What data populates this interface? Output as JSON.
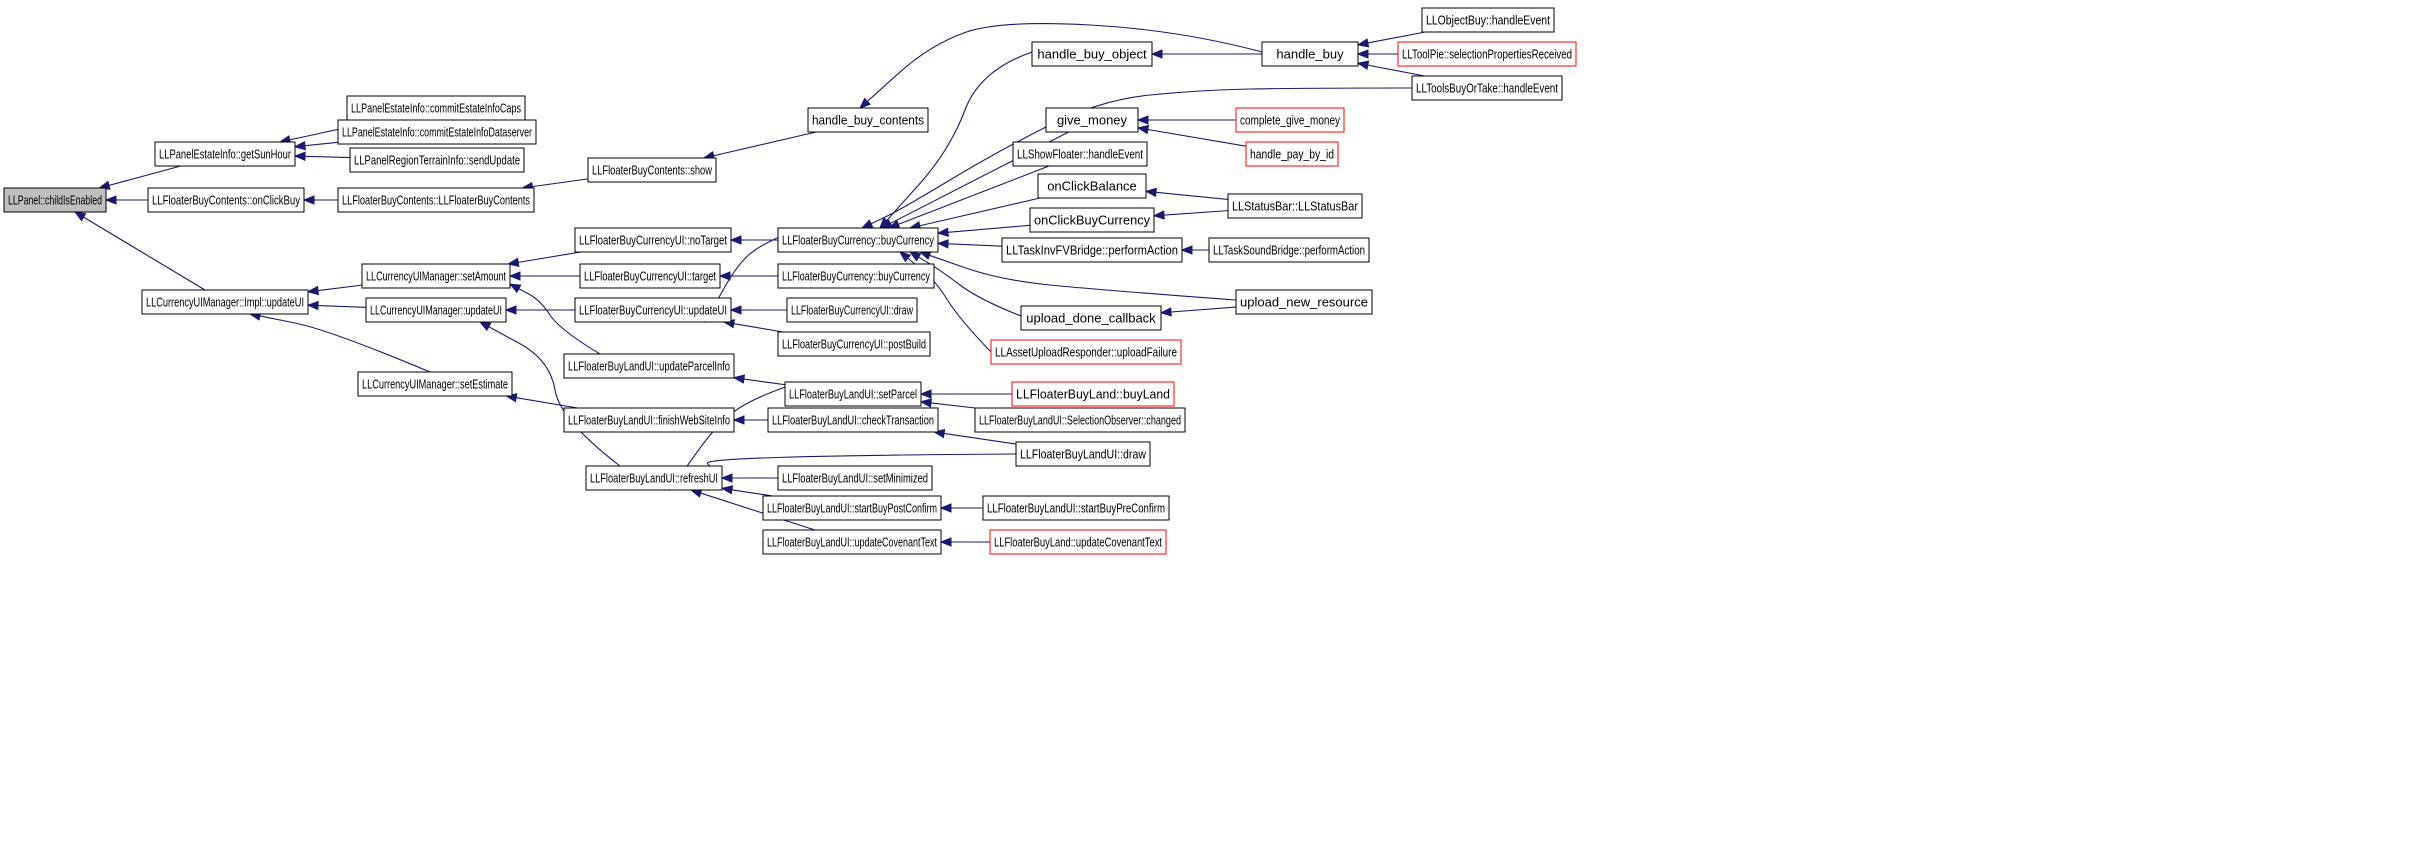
{
  "graph": {
    "colors": {
      "background": "#ffffff",
      "node_fill": "#ffffff",
      "root_fill": "#bfbfbf",
      "node_border": "#000000",
      "truncated_node_border": "#ff0000",
      "edge": "#191970"
    },
    "nodes": [
      {
        "id": "n0",
        "label": "LLPanel::childIsEnabled",
        "root": true
      },
      {
        "id": "n1",
        "label": "LLPanelEstateInfo::getSunHour"
      },
      {
        "id": "n2",
        "label": "LLFloaterBuyContents::onClickBuy"
      },
      {
        "id": "n3",
        "label": "LLCurrencyUIManager::Impl::updateUI"
      },
      {
        "id": "n4",
        "label": "LLPanelEstateInfo::commitEstateInfoCaps"
      },
      {
        "id": "n5",
        "label": "LLPanelEstateInfo::commitEstateInfoDataserver"
      },
      {
        "id": "n6",
        "label": "LLPanelRegionTerrainInfo::sendUpdate"
      },
      {
        "id": "n7",
        "label": "LLFloaterBuyContents::LLFloaterBuyContents"
      },
      {
        "id": "n8",
        "label": "LLFloaterBuyContents::show"
      },
      {
        "id": "n9",
        "label": "handle_buy_contents"
      },
      {
        "id": "n10",
        "label": "LLCurrencyUIManager::setAmount"
      },
      {
        "id": "n11",
        "label": "LLCurrencyUIManager::updateUI"
      },
      {
        "id": "n12",
        "label": "LLCurrencyUIManager::setEstimate"
      },
      {
        "id": "n13",
        "label": "LLFloaterBuyCurrencyUI::noTarget"
      },
      {
        "id": "n14",
        "label": "LLFloaterBuyCurrencyUI::target"
      },
      {
        "id": "n15",
        "label": "LLFloaterBuyCurrencyUI::updateUI"
      },
      {
        "id": "n16",
        "label": "LLFloaterBuyLandUI::updateParcelInfo"
      },
      {
        "id": "n17",
        "label": "LLFloaterBuyLandUI::finishWebSiteInfo"
      },
      {
        "id": "n18",
        "label": "LLFloaterBuyLandUI::refreshUI"
      },
      {
        "id": "n19",
        "label": "LLFloaterBuyCurrency::buyCurrency"
      },
      {
        "id": "n20",
        "label": "LLFloaterBuyCurrency::buyCurrency"
      },
      {
        "id": "n21",
        "label": "LLFloaterBuyCurrencyUI::draw"
      },
      {
        "id": "n22",
        "label": "LLFloaterBuyCurrencyUI::postBuild"
      },
      {
        "id": "n23",
        "label": "LLFloaterBuyLandUI::setParcel"
      },
      {
        "id": "n24",
        "label": "LLFloaterBuyLandUI::checkTransaction"
      },
      {
        "id": "n25",
        "label": "LLFloaterBuyLandUI::setMinimized"
      },
      {
        "id": "n26",
        "label": "LLFloaterBuyLandUI::startBuyPostConfirm"
      },
      {
        "id": "n27",
        "label": "LLFloaterBuyLandUI::updateCovenantText"
      },
      {
        "id": "n28",
        "label": "handle_buy_object"
      },
      {
        "id": "n29",
        "label": "give_money"
      },
      {
        "id": "n30",
        "label": "LLShowFloater::handleEvent"
      },
      {
        "id": "n31",
        "label": "onClickBalance"
      },
      {
        "id": "n32",
        "label": "onClickBuyCurrency"
      },
      {
        "id": "n33",
        "label": "LLTaskInvFVBridge::performAction"
      },
      {
        "id": "n34",
        "label": "upload_done_callback"
      },
      {
        "id": "n35",
        "label": "LLAssetUploadResponder::uploadFailure",
        "truncated": true
      },
      {
        "id": "n36",
        "label": "LLFloaterBuyLand::buyLand",
        "truncated": true
      },
      {
        "id": "n37",
        "label": "LLFloaterBuyLandUI::SelectionObserver::changed"
      },
      {
        "id": "n38",
        "label": "LLFloaterBuyLandUI::draw"
      },
      {
        "id": "n39",
        "label": "LLFloaterBuyLandUI::startBuyPreConfirm"
      },
      {
        "id": "n40",
        "label": "LLFloaterBuyLand::updateCovenantText",
        "truncated": true
      },
      {
        "id": "n41",
        "label": "handle_buy"
      },
      {
        "id": "n42",
        "label": "complete_give_money",
        "truncated": true
      },
      {
        "id": "n43",
        "label": "handle_pay_by_id",
        "truncated": true
      },
      {
        "id": "n44",
        "label": "LLStatusBar::LLStatusBar"
      },
      {
        "id": "n45",
        "label": "LLTaskSoundBridge::performAction"
      },
      {
        "id": "n46",
        "label": "upload_new_resource"
      },
      {
        "id": "n47",
        "label": "LLObjectBuy::handleEvent"
      },
      {
        "id": "n48",
        "label": "LLToolPie::selectionPropertiesReceived",
        "truncated": true
      },
      {
        "id": "n49",
        "label": "LLToolsBuyOrTake::handleEvent"
      }
    ],
    "edges": [
      {
        "from": "n1",
        "to": "n0"
      },
      {
        "from": "n2",
        "to": "n0"
      },
      {
        "from": "n3",
        "to": "n0"
      },
      {
        "from": "n4",
        "to": "n1"
      },
      {
        "from": "n5",
        "to": "n1"
      },
      {
        "from": "n6",
        "to": "n1"
      },
      {
        "from": "n7",
        "to": "n2"
      },
      {
        "from": "n8",
        "to": "n7"
      },
      {
        "from": "n9",
        "to": "n8"
      },
      {
        "from": "n41",
        "to": "n9"
      },
      {
        "from": "n10",
        "to": "n3"
      },
      {
        "from": "n11",
        "to": "n3"
      },
      {
        "from": "n12",
        "to": "n3"
      },
      {
        "from": "n13",
        "to": "n10"
      },
      {
        "from": "n14",
        "to": "n10"
      },
      {
        "from": "n16",
        "to": "n10"
      },
      {
        "from": "n15",
        "to": "n11"
      },
      {
        "from": "n18",
        "to": "n11"
      },
      {
        "from": "n17",
        "to": "n12"
      },
      {
        "from": "n19",
        "to": "n13"
      },
      {
        "from": "n20",
        "to": "n14"
      },
      {
        "from": "n19",
        "to": "n15"
      },
      {
        "from": "n21",
        "to": "n15"
      },
      {
        "from": "n22",
        "to": "n15"
      },
      {
        "from": "n23",
        "to": "n16"
      },
      {
        "from": "n24",
        "to": "n17"
      },
      {
        "from": "n23",
        "to": "n18"
      },
      {
        "from": "n38",
        "to": "n18"
      },
      {
        "from": "n25",
        "to": "n18"
      },
      {
        "from": "n26",
        "to": "n18"
      },
      {
        "from": "n27",
        "to": "n18"
      },
      {
        "from": "n28",
        "to": "n19"
      },
      {
        "from": "n49",
        "to": "n19"
      },
      {
        "from": "n29",
        "to": "n19"
      },
      {
        "from": "n30",
        "to": "n19"
      },
      {
        "from": "n31",
        "to": "n19"
      },
      {
        "from": "n32",
        "to": "n19"
      },
      {
        "from": "n33",
        "to": "n19"
      },
      {
        "from": "n46",
        "to": "n19"
      },
      {
        "from": "n34",
        "to": "n19"
      },
      {
        "from": "n35",
        "to": "n19"
      },
      {
        "from": "n36",
        "to": "n23"
      },
      {
        "from": "n37",
        "to": "n23"
      },
      {
        "from": "n38",
        "to": "n24"
      },
      {
        "from": "n39",
        "to": "n26"
      },
      {
        "from": "n40",
        "to": "n27"
      },
      {
        "from": "n41",
        "to": "n28"
      },
      {
        "from": "n47",
        "to": "n41"
      },
      {
        "from": "n48",
        "to": "n41"
      },
      {
        "from": "n49",
        "to": "n41"
      },
      {
        "from": "n42",
        "to": "n29"
      },
      {
        "from": "n43",
        "to": "n29"
      },
      {
        "from": "n44",
        "to": "n31"
      },
      {
        "from": "n44",
        "to": "n32"
      },
      {
        "from": "n45",
        "to": "n33"
      },
      {
        "from": "n46",
        "to": "n34"
      }
    ]
  }
}
